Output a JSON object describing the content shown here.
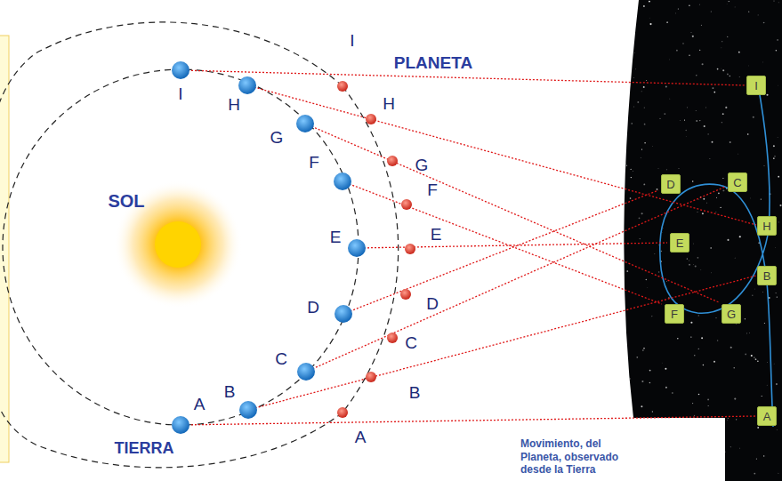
{
  "diagram": {
    "nodes": [
      {
        "text": [
          "I"
        ]
      },
      {
        "text": [
          "D"
        ]
      },
      {
        "text": [
          "C"
        ]
      },
      {
        "text": [
          "H"
        ]
      },
      {
        "text": [
          "E"
        ]
      },
      {
        "text": [
          "B"
        ]
      },
      {
        "text": [
          "F"
        ]
      },
      {
        "text": [
          "G"
        ]
      },
      {
        "text": [
          "A"
        ]
      }
    ],
    "labels": [
      "SOL",
      "PLANETA",
      "TIERRA",
      "I",
      "H",
      "G",
      "F",
      "E",
      "D",
      "C",
      "B",
      "A",
      "I",
      "H",
      "G",
      "F",
      "E",
      "D",
      "C",
      "B",
      "A",
      "Movimiento, del Planeta, observado desde la Tierra"
    ]
  }
}
